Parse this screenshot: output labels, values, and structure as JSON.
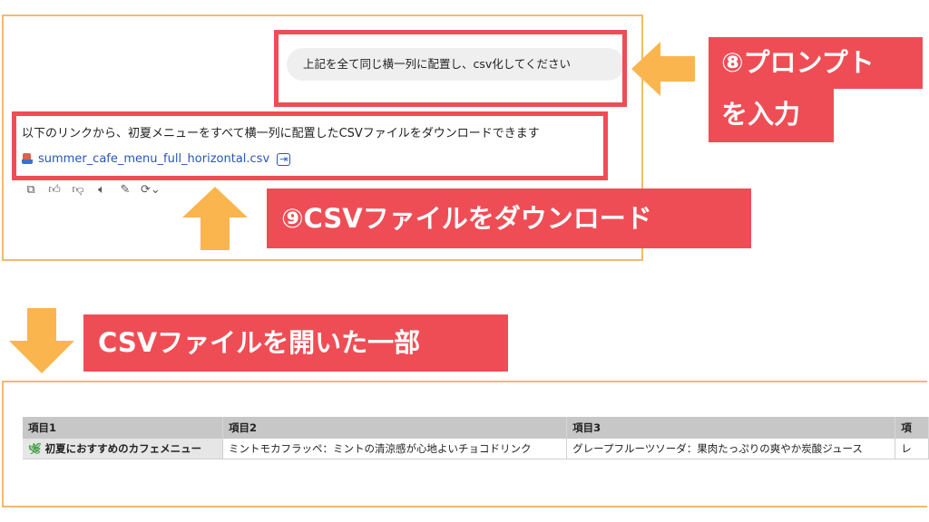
{
  "chat": {
    "prompt_text": "上記を全て同じ横一列に配置し、csv化してください",
    "answer_text": "以下のリンクから、初夏メニューをすべて横一列に配置したCSVファイルをダウンロードできます",
    "file_link": "summer_cafe_menu_full_horizontal.csv",
    "action_icons": [
      "copy-icon",
      "thumbs-up-icon",
      "thumbs-down-icon",
      "speaker-icon",
      "edit-icon",
      "regenerate-icon"
    ]
  },
  "callouts": {
    "step8_line1": "⑧プロンプト",
    "step8_line2": "を入力",
    "step9": "⑨CSVファイルをダウンロード",
    "csv_opened": "CSVファイルを開いた一部"
  },
  "csv_table": {
    "headers": [
      "項目1",
      "項目2",
      "項目3",
      "項"
    ],
    "row": [
      "初夏におすすめのカフェメニュー",
      "ミントモカフラッペ：ミントの清涼感が心地よいチョコドリンク",
      "グレープフルーツソーダ：果肉たっぷりの爽やか炭酸ジュース",
      "レ"
    ]
  },
  "colors": {
    "highlight_red": "#ef4d55",
    "arrow_orange": "#fbb54f",
    "frame_orange": "#f7b86a",
    "link_blue": "#2a55b9"
  }
}
